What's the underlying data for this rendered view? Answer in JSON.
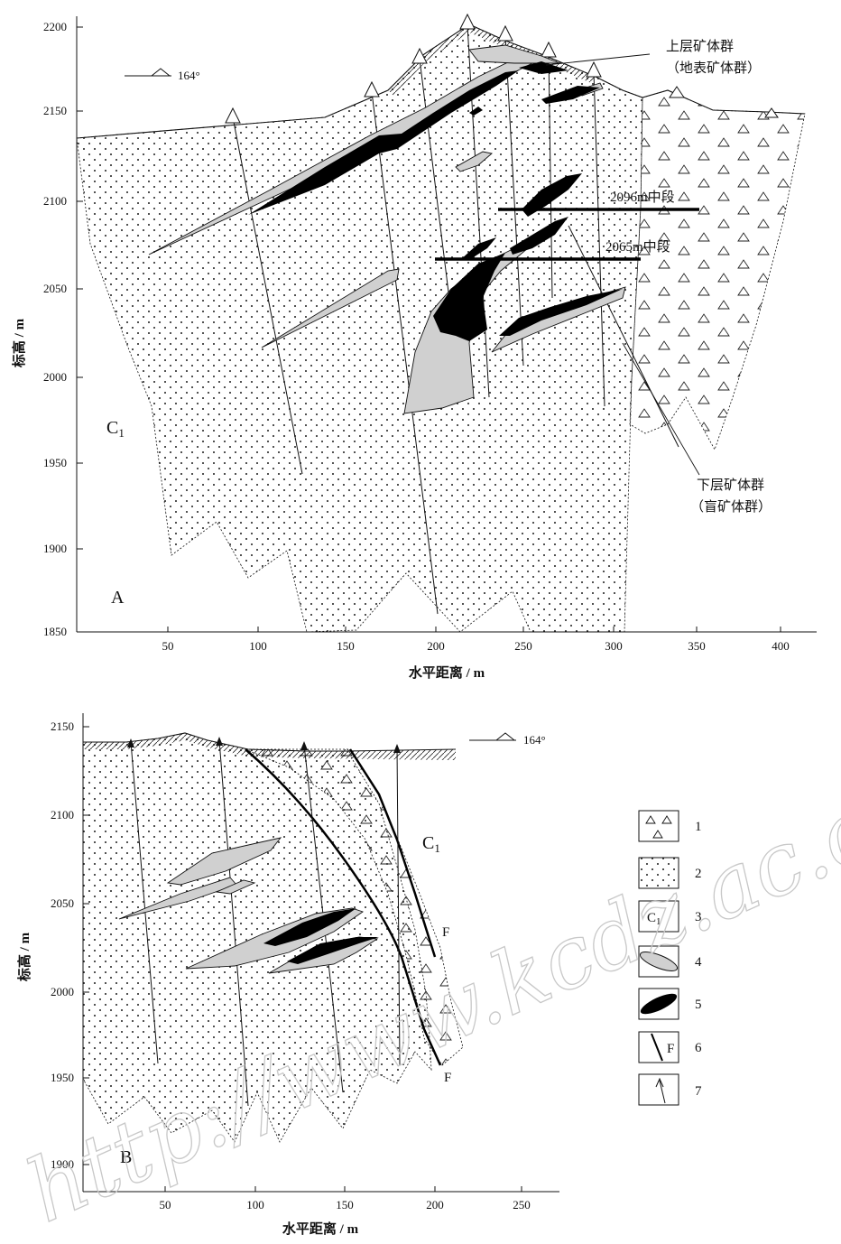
{
  "panel_a": {
    "label": "A",
    "y_axis": {
      "label": "标高 / m",
      "ticks": [
        "2200",
        "2150",
        "2100",
        "2050",
        "2000",
        "1950",
        "1900",
        "1850"
      ]
    },
    "x_axis": {
      "label": "水平距离 / m",
      "ticks": [
        "50",
        "100",
        "150",
        "200",
        "250",
        "300",
        "350",
        "400"
      ]
    },
    "azimuth": "164°",
    "stratum": "C",
    "stratum_sub": "1",
    "annotations": {
      "upper_group_line1": "上层矿体群",
      "upper_group_line2": "（地表矿体群）",
      "lower_group_line1": "下层矿体群",
      "lower_group_line2": "（盲矿体群）",
      "level_2096": "2096m中段",
      "level_2065": "2065m中段"
    }
  },
  "panel_b": {
    "label": "B",
    "y_axis": {
      "label": "标高 / m",
      "ticks": [
        "2150",
        "2100",
        "2050",
        "2000",
        "1950",
        "1900"
      ]
    },
    "x_axis": {
      "label": "水平距离 / m",
      "ticks": [
        "50",
        "100",
        "150",
        "200",
        "250"
      ]
    },
    "azimuth": "164°",
    "stratum": "C",
    "stratum_sub": "1",
    "fault_label_upper": "F",
    "fault_label_lower": "F"
  },
  "legend": {
    "items": [
      {
        "num": "1",
        "symbol": "triangle-breccia-pattern"
      },
      {
        "num": "2",
        "symbol": "dot-sandstone-pattern"
      },
      {
        "num": "3",
        "symbol": "stratum-code",
        "code": "C",
        "sub": "1"
      },
      {
        "num": "4",
        "symbol": "gray-lens"
      },
      {
        "num": "5",
        "symbol": "black-lens"
      },
      {
        "num": "6",
        "symbol": "fault-line",
        "code": "F"
      },
      {
        "num": "7",
        "symbol": "drill-hole-arrow"
      }
    ]
  },
  "watermark": "http://www.kcdz.ac.cn",
  "colors": {
    "ink": "#111111",
    "ore_low_grade": "#d0d0d0",
    "ore_high_grade": "#000000",
    "watermark": "#c8c8c8"
  }
}
